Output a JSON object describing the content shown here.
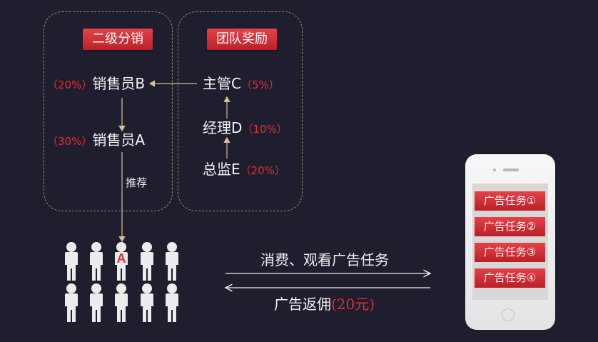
{
  "left_panel": {
    "title": "二级分销",
    "salesperson_b": {
      "pct": "（20%）",
      "role": "销售员B"
    },
    "salesperson_a": {
      "pct": "（30%）",
      "role": "销售员A"
    },
    "recommend_label": "推荐"
  },
  "right_panel": {
    "title": "团队奖励",
    "supervisor_c": {
      "role": "主管C",
      "pct": "（5%）"
    },
    "manager_d": {
      "role": "经理D",
      "pct": "（10%）"
    },
    "director_e": {
      "role": "总监E",
      "pct": "（20%）"
    }
  },
  "crowd": {
    "highlight_label": "A"
  },
  "flows": {
    "to_phone": "消费、观看广告任务",
    "from_phone": "广告返佣",
    "from_phone_amount": "(20元)"
  },
  "phone": {
    "tasks": [
      "广告任务①",
      "广告任务②",
      "广告任务③",
      "广告任务④"
    ]
  },
  "colors": {
    "background": "#1f1e2f",
    "accent_red": "#e52d33",
    "dashed_border": "#9d8a6a",
    "arrow_line": "#d9bf94"
  }
}
